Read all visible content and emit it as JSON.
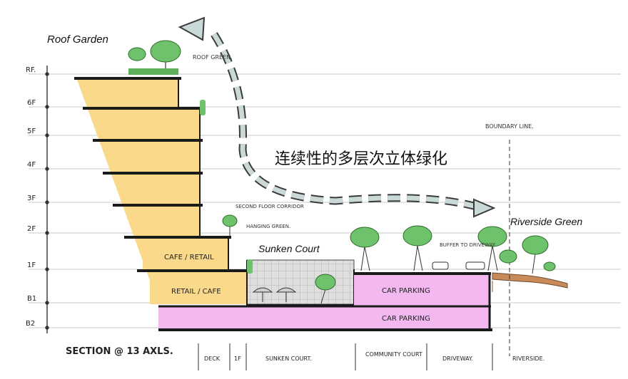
{
  "labels": {
    "roof_garden": "Roof Garden",
    "roof_green_note": "ROOF GREEN.",
    "main_caption": "连续性的多层次立体绿化",
    "boundary_line": "BOUNDARY LINE.",
    "riverside_green": "Riverside Green",
    "second_floor_corridor": "SECOND FLOOR CORRIDOR",
    "hanging_green": "HANGING GREEN.",
    "sunken_court": "Sunken Court",
    "buffer_to_driveway": "BUFFER TO DRIVEWAY",
    "cafe_retail": "CAFE / RETAIL",
    "retail_cafe": "RETAIL / CAFE",
    "car_parking_b1": "CAR PARKING",
    "car_parking_b2": "CAR PARKING",
    "section_title": "SECTION @ 13 AXLS."
  },
  "floor_levels": [
    "RF.",
    "6F",
    "5F",
    "4F",
    "3F",
    "2F",
    "1F",
    "B1",
    "B2"
  ],
  "zones": [
    "DECK",
    "1F",
    "SUNKEN COURT.",
    "COMMUNITY COURT",
    "DRIVEWAY.",
    "RIVERSIDE."
  ],
  "colors": {
    "building_fill": "#fbd98a",
    "parking_fill": "#f2b8ef",
    "court_fill": "#dcdcdc",
    "green": "#6ec26b",
    "arrow_fill": "#c9d9d7",
    "slab": "#1a1a1a",
    "grid": "#c9c9c9",
    "river_bank": "#c98a5a"
  }
}
